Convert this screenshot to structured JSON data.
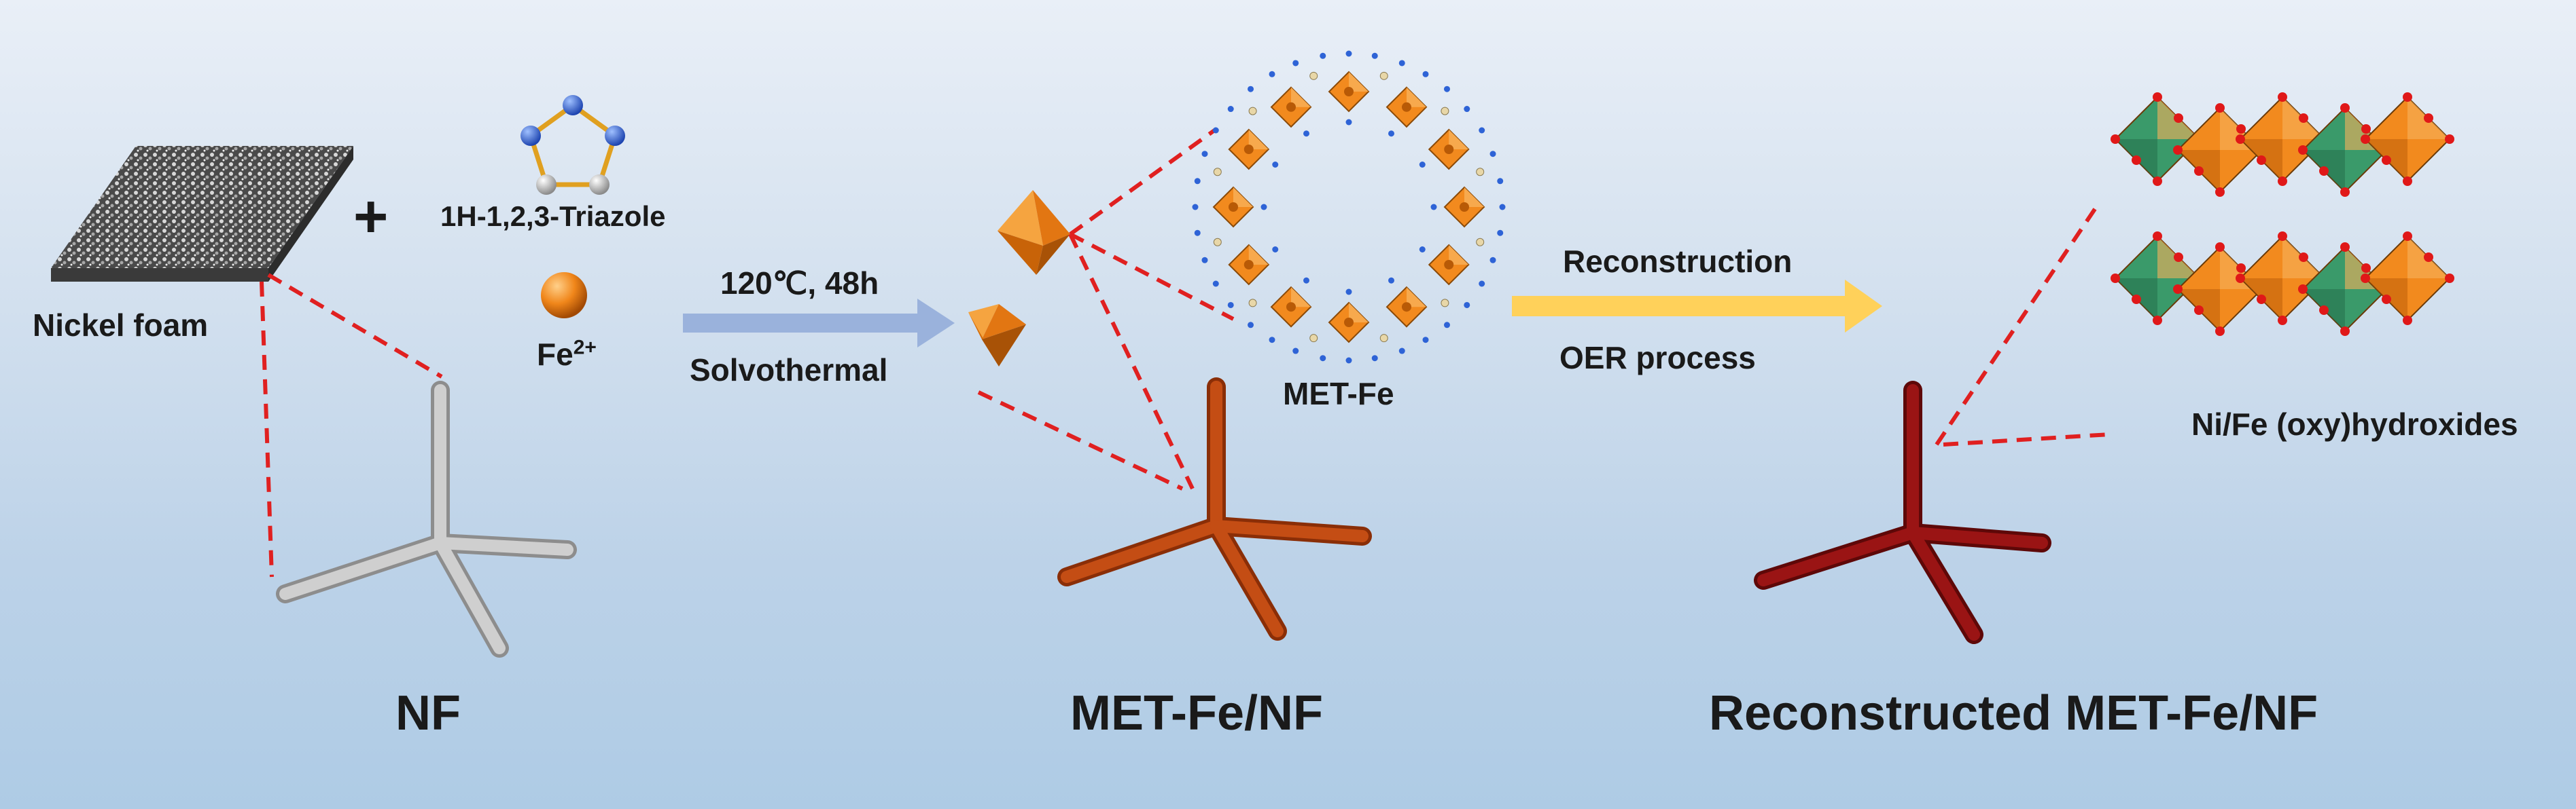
{
  "labels": {
    "nickel_foam": "Nickel foam",
    "plus": "+",
    "triazole": "1H-1,2,3-Triazole",
    "fe_ion": "Fe",
    "fe_charge": "2+",
    "condition_top": "120℃, 48h",
    "condition_bottom": "Solvothermal",
    "met_fe": "MET-Fe",
    "reconstruction": "Reconstruction",
    "oer_process": "OER process",
    "oxyhydroxides": "Ni/Fe (oxy)hydroxides",
    "nf": "NF",
    "met_fe_nf": "MET-Fe/NF",
    "reconstructed": "Reconstructed MET-Fe/NF"
  },
  "colors": {
    "nf_node": "#b9b9b9",
    "metfe_node": "#b5410f",
    "reconstructed_node": "#8e1010",
    "octahedron": "#f28a1e",
    "nickel_polyhedron": "#3a9a6a",
    "oxygen_atom": "#e01818",
    "nitrogen_atom": "#2e63d6",
    "arrow_solvothermal": "#9ab2dc",
    "arrow_reconstruction": "#ffd15a",
    "guide_lines": "#e02020"
  }
}
